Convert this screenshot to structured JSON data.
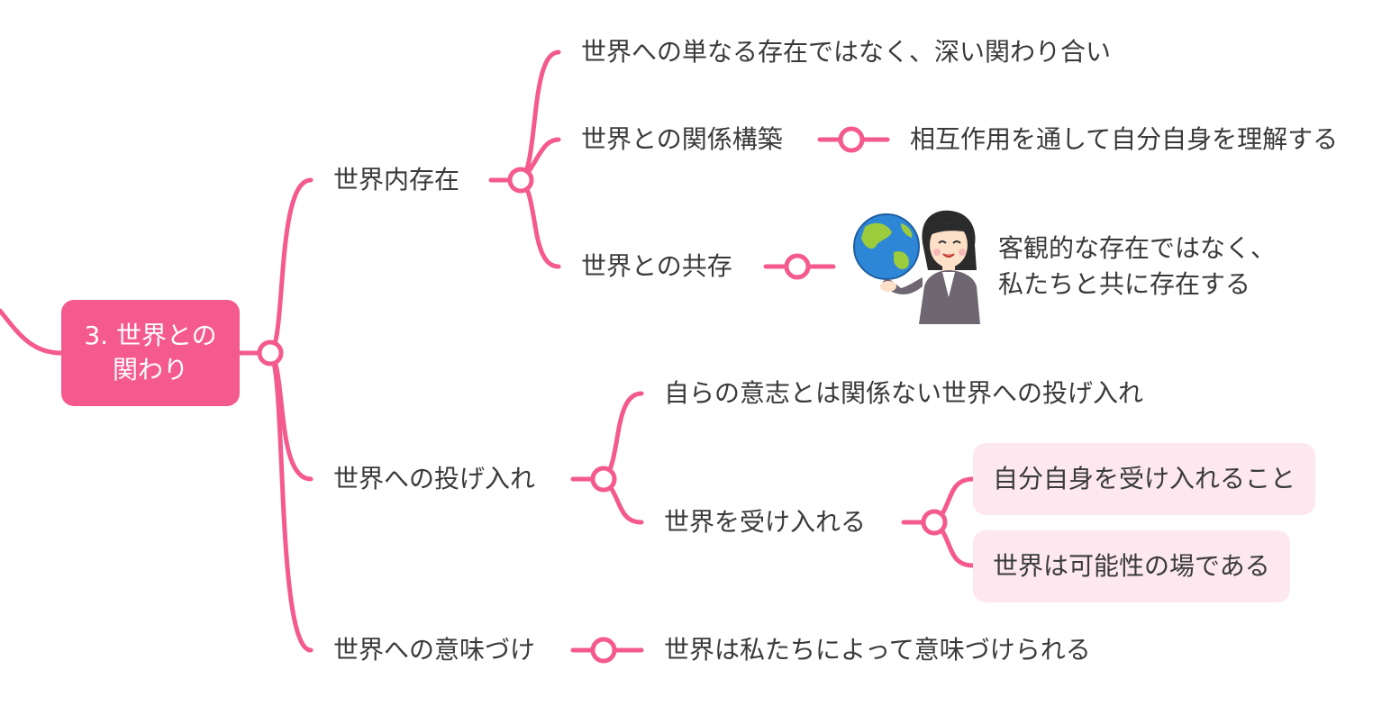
{
  "accent_color": "#f45a8d",
  "box_color": "#fde8ef",
  "root": {
    "line1": "3. 世界との",
    "line2": "関わり"
  },
  "branches": {
    "being": "世界内存在",
    "projection": "世界への投げ入れ",
    "meaning": "世界への意味づけ"
  },
  "being_children": {
    "deep": "世界への単なる存在ではなく、深い関わり合い",
    "relation": "世界との関係構築",
    "relation_detail": "相互作用を通して自分自身を理解する",
    "coexist": "世界との共存",
    "coexist_line1": "客観的な存在ではなく、",
    "coexist_line2": "私たちと共に存在する"
  },
  "projection_children": {
    "unwilled": "自らの意志とは関係ない世界への投げ入れ",
    "accept": "世界を受け入れる",
    "accept_self": "自分自身を受け入れること",
    "possibility": "世界は可能性の場である"
  },
  "meaning_children": {
    "given": "世界は私たちによって意味づけられる"
  },
  "icons": [
    "globe-icon",
    "woman-presenter-icon"
  ]
}
